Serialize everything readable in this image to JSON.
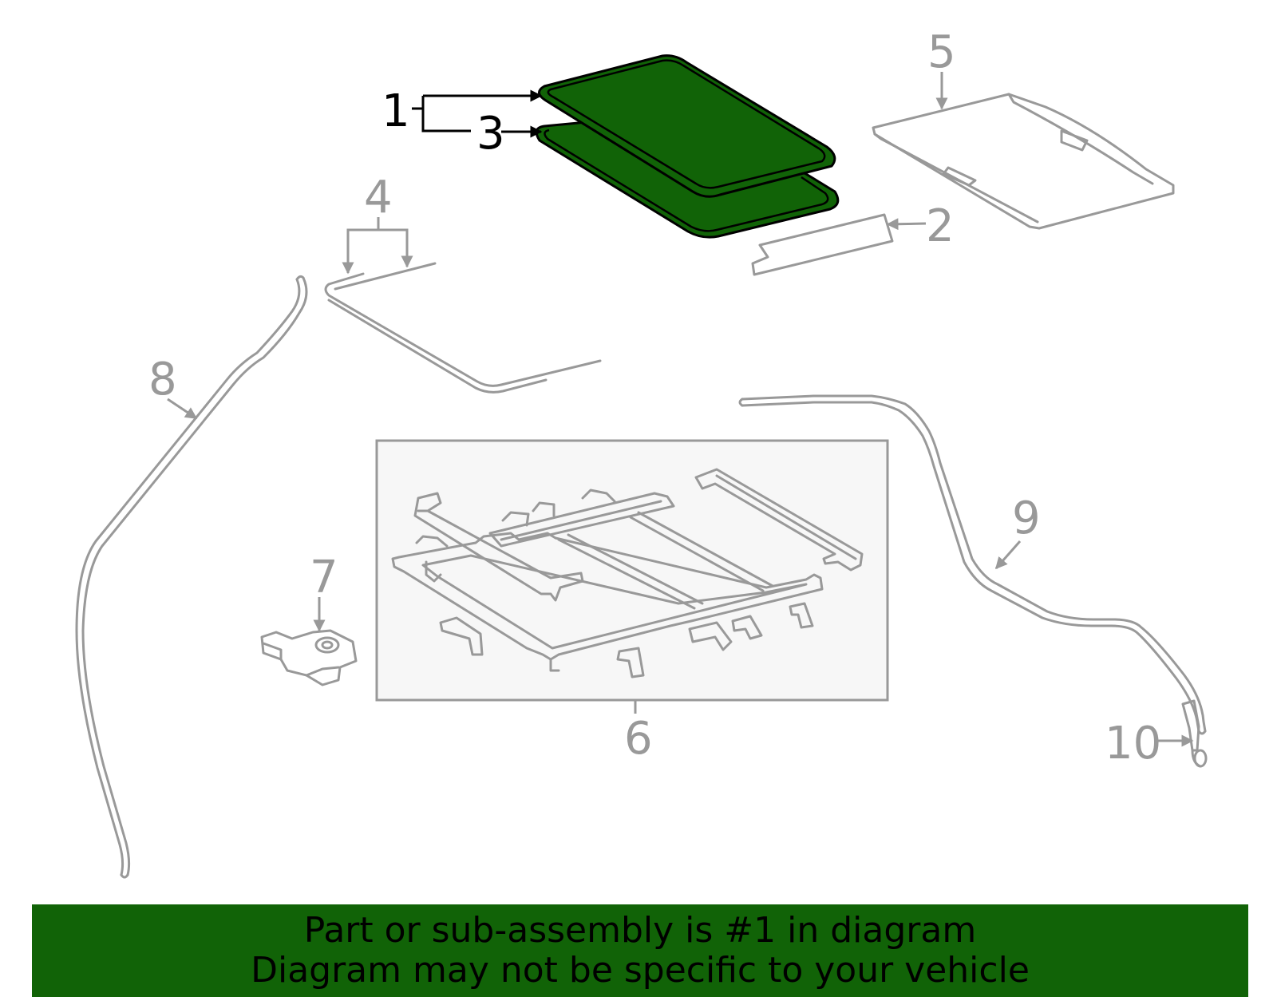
{
  "diagram": {
    "highlight_color": "#116307",
    "line_color": "#999999",
    "callouts": {
      "c1": "1",
      "c2": "2",
      "c3": "3",
      "c4": "4",
      "c5": "5",
      "c6": "6",
      "c7": "7",
      "c8": "8",
      "c9": "9",
      "c10": "10"
    }
  },
  "banner": {
    "line1": "Part or sub-assembly is #1 in diagram",
    "line2": "Diagram may not be specific to your vehicle"
  }
}
